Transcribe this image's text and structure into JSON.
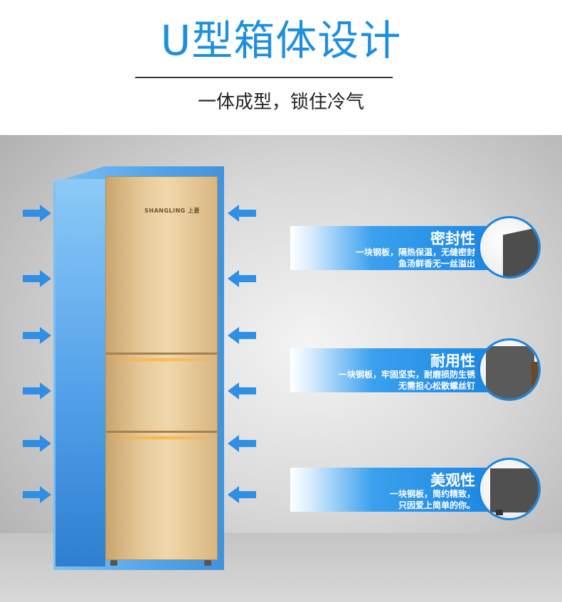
{
  "header": {
    "title": "U型箱体设计",
    "subtitle": "一体成型，锁住冷气"
  },
  "fridge": {
    "brand": "SHANGLING 上菱"
  },
  "colors": {
    "accent": "#1e8fe0",
    "arrow": "#2f8fe4",
    "fridge_gold": "#e4c796"
  },
  "features": [
    {
      "title": "密封性",
      "desc_line1": "一块钢板，隔热保温，无缝密封",
      "desc_line2": "鱼汤鲜香无一丝溢出"
    },
    {
      "title": "耐用性",
      "desc_line1": "一块钢板，牢固坚实，耐磨损防生锈",
      "desc_line2": "无需担心松散螺丝钉"
    },
    {
      "title": "美观性",
      "desc_line1": "一块钢板，简约精致，",
      "desc_line2": "只因爱上简单的你。"
    }
  ]
}
